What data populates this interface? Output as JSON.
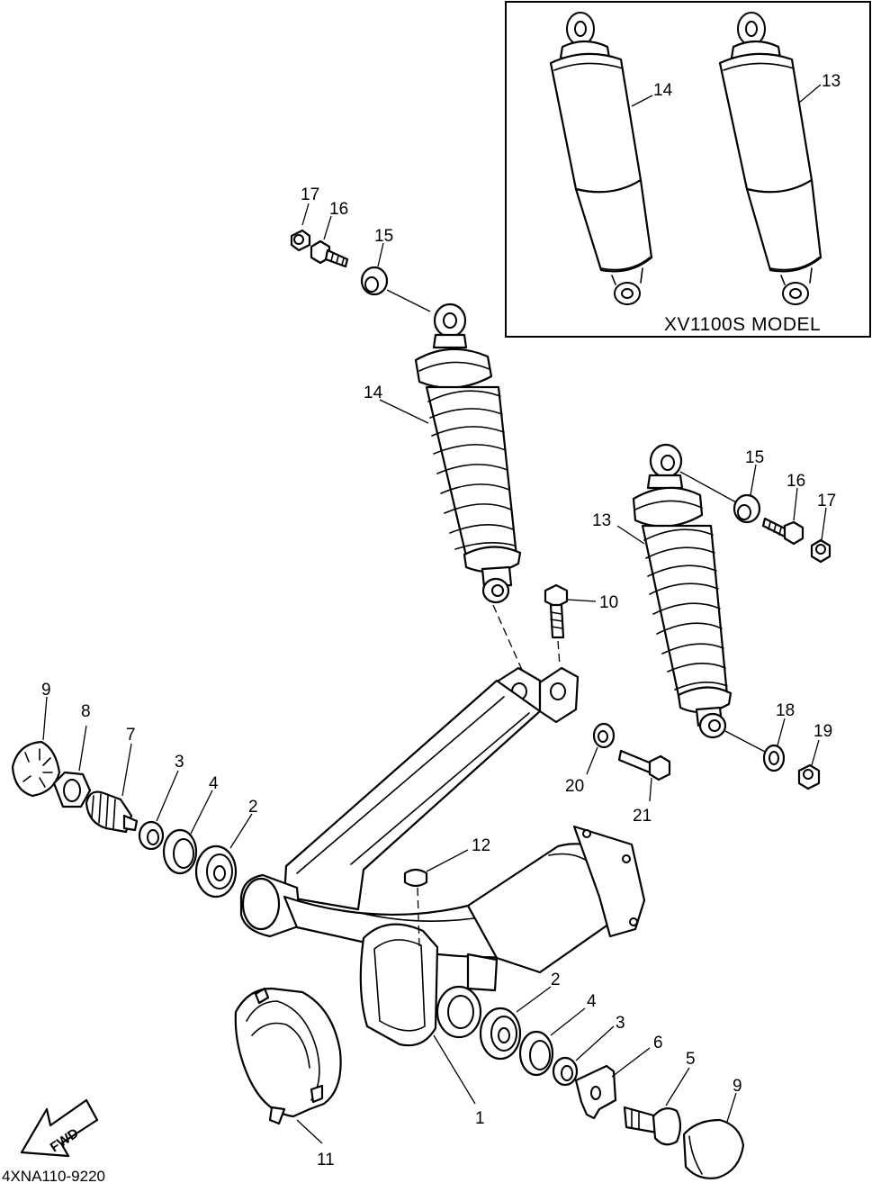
{
  "diagram_code": "4XNA110-9220",
  "inset": {
    "caption": "XV1100S MODEL"
  },
  "direction_arrow": {
    "label": "FWD"
  },
  "callouts": {
    "swingarm": "1",
    "bearing_left": "2",
    "bearing_right": "2",
    "collar_left": "3",
    "collar_right": "3",
    "oil_seal_left": "4",
    "oil_seal_right": "4",
    "pivot_shaft": "5",
    "plate": "6",
    "shaft_left": "7",
    "nut_left": "8",
    "cap_left": "9",
    "cap_right": "9",
    "bolt_top": "10",
    "boot": "11",
    "plug": "12",
    "shock_right": "13",
    "shock_left": "14",
    "collar_top_left": "15",
    "collar_top_right": "15",
    "bolt_top_left": "16",
    "bolt_top_right": "16",
    "nut_top_left": "17",
    "nut_top_right": "17",
    "washer_bottom": "18",
    "nut_bottom": "19",
    "collar_bottom": "20",
    "bolt_bottom": "21",
    "inset_shock_left": "14",
    "inset_shock_right": "13"
  }
}
